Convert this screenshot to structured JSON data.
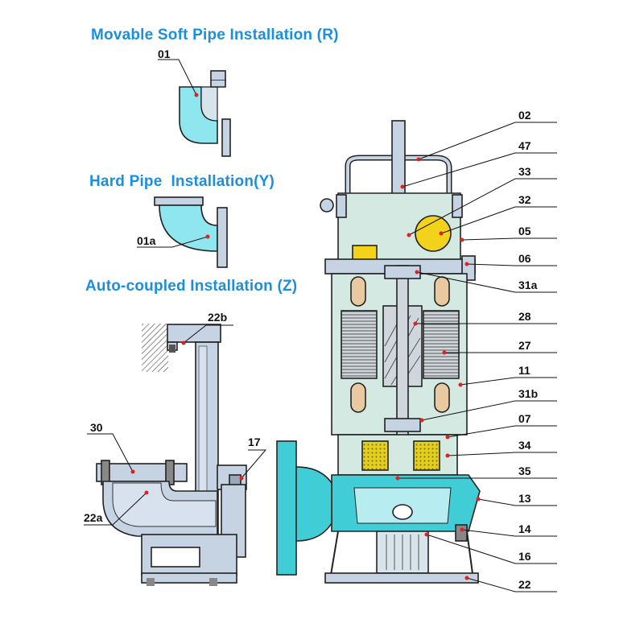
{
  "titles": {
    "soft_pipe": "Movable Soft Pipe Installation (R)",
    "hard_pipe": "Hard Pipe  Installation(Y)",
    "auto_coupled": "Auto-coupled Installation (Z)"
  },
  "parts": {
    "p01": "01",
    "p01a": "01a",
    "p22b": "22b",
    "p30": "30",
    "p17": "17",
    "p22a": "22a",
    "p02": "02",
    "p47": "47",
    "p33": "33",
    "p32": "32",
    "p05": "05",
    "p06": "06",
    "p31a": "31a",
    "p28": "28",
    "p27": "27",
    "p11": "11",
    "p31b": "31b",
    "p07": "07",
    "p34": "34",
    "p35": "35",
    "p13": "13",
    "p14": "14",
    "p16": "16",
    "p22": "22"
  },
  "colors": {
    "title": "#1a8fe0",
    "pump_body": "#d4e9e1",
    "water": "#41cdd6",
    "pipe": "#8fe6ef",
    "coupling": "#c6d3e3",
    "coil_end": "#e8c9a0",
    "capacitor": "#f2d21a",
    "seal": "#e3cf1d",
    "marker": "#e02020"
  }
}
